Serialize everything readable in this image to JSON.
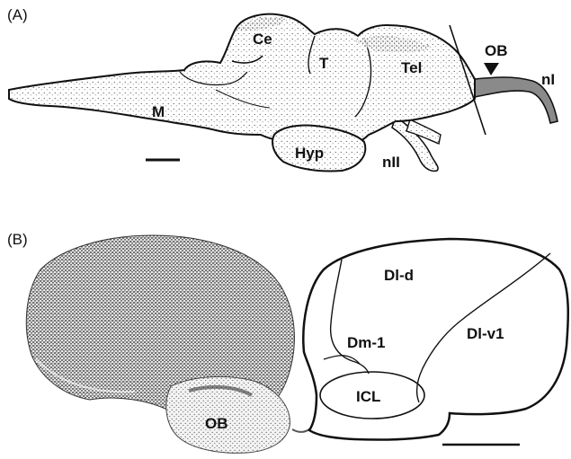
{
  "panel_a": {
    "tag": "(A)",
    "labels": {
      "ce": "Ce",
      "t": "T",
      "tel": "Tel",
      "ob": "OB",
      "ni": "nI",
      "m": "M",
      "hyp": "Hyp",
      "nii": "nII"
    }
  },
  "panel_b": {
    "tag": "(B)",
    "labels": {
      "dl_d": "Dl-d",
      "dm_1": "Dm-1",
      "dl_v1": "Dl-v1",
      "icl": "ICL",
      "ob": "OB"
    }
  },
  "colors": {
    "line": "#111111",
    "olfactory_tract": "#8a8a8a",
    "tissue_fill": "#f2f2f2"
  }
}
